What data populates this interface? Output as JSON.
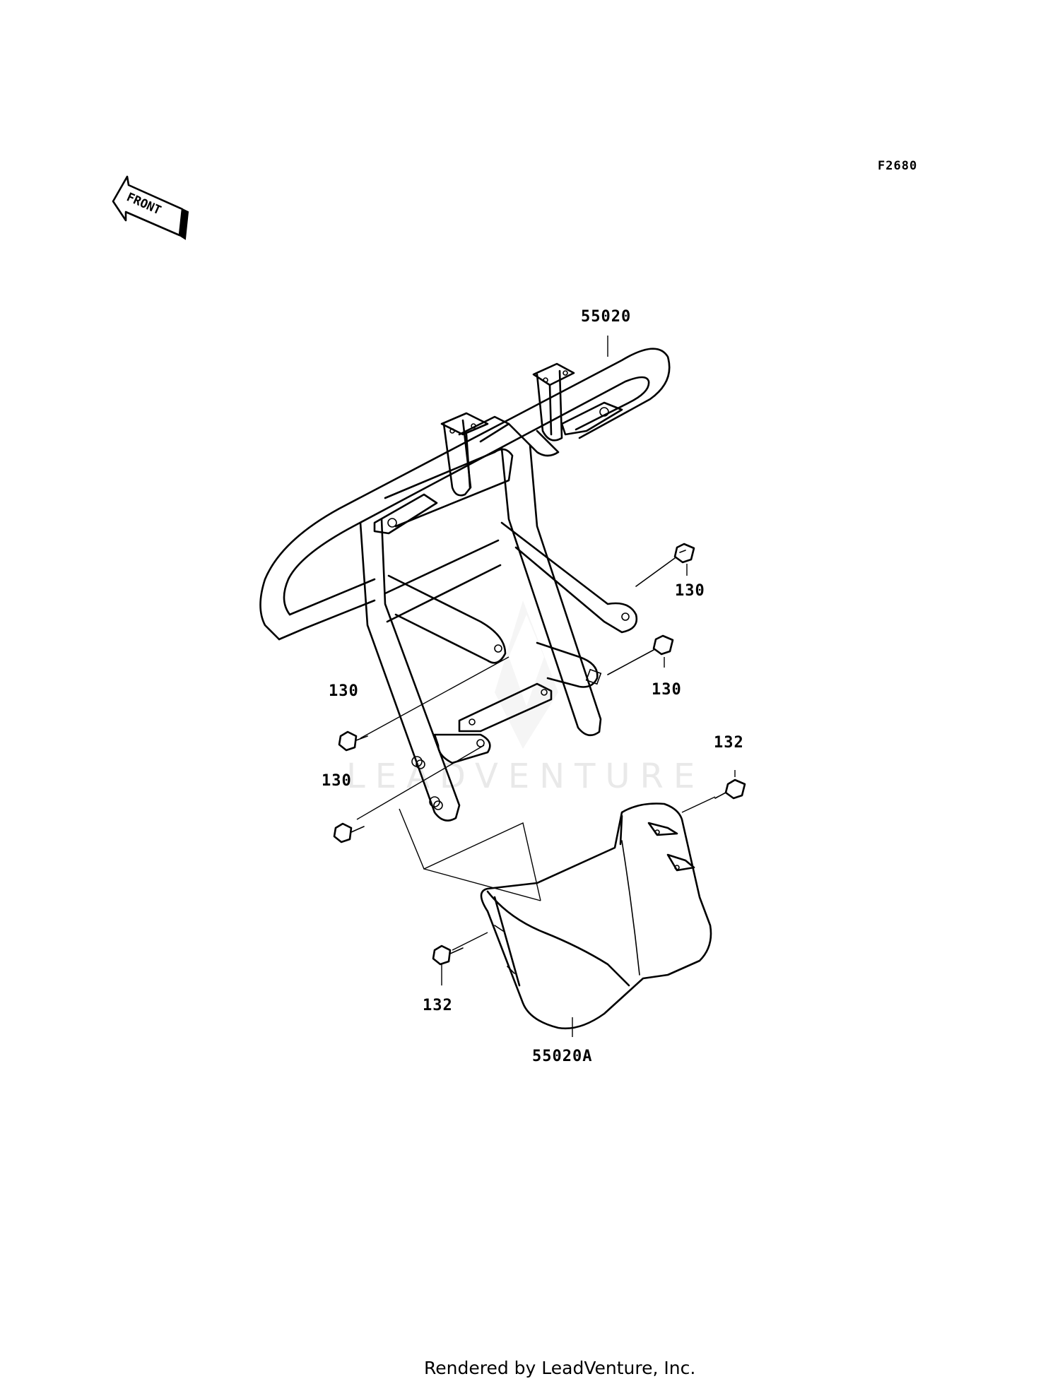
{
  "sheet_code": "F2680",
  "direction_label": "FRONT",
  "watermark": "LEADVENTURE",
  "footer": "Rendered by LeadVenture, Inc.",
  "callouts": {
    "guard": "55020",
    "skid_plate": "55020A",
    "bolt_upper_right": "130",
    "bolt_mid_right": "130",
    "bolt_left_upper": "130",
    "bolt_left_lower": "130",
    "bolt_skid_right": "132",
    "bolt_skid_left": "132"
  }
}
